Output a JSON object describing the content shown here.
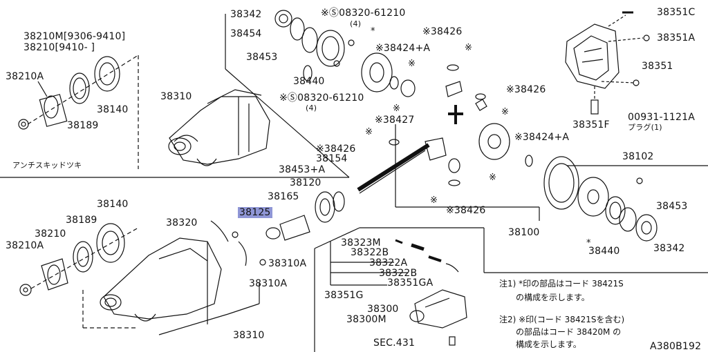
{
  "labels": {
    "p38342_top": "38342",
    "p08320_top": "※Ⓢ08320-61210",
    "p08320_top_qty": "(4)",
    "p38454": "38454",
    "p38453_top": "38453",
    "p38440_top": "38440",
    "p08320_mid": "※Ⓢ08320-61210",
    "p08320_mid_qty": "(4)",
    "p38426_a": "※38426",
    "p38424a_a": "※38424+A",
    "p38426_b": "※38426",
    "p38427": "※38427",
    "p38424a_b": "※38424+A",
    "p38426_c": "※38426",
    "p38426_d": "※38426",
    "p38453a": "38453+A",
    "p38154": "38154",
    "p38120": "38120",
    "p38165": "38165",
    "p38125": "38125",
    "p38100": "38100",
    "p38102": "38102",
    "p38453_right": "38453",
    "p38440_right": "38440",
    "p38342_right": "38342",
    "p38351c": "38351C",
    "p38351a": "38351A",
    "p38351": "38351",
    "p00931": "00931-1121A",
    "p_plug": "プラグ(1)",
    "p38351f": "38351F",
    "p38210m": "38210M[9306-9410]",
    "p38210": "38210[9410-    ]",
    "p38210a_top": "38210A",
    "p38140_top": "38140",
    "p38189_top": "38189",
    "p38310_top": "38310",
    "p_antiskid": "アンチスキッドツキ",
    "p38140_bot": "38140",
    "p38189_bot": "38189",
    "p38210_bot": "38210",
    "p38210a_bot": "38210A",
    "p38320": "38320",
    "p38310a_1": "38310A",
    "p38310a_2": "38310A",
    "p38310_bot": "38310",
    "p38323m": "38323M",
    "p38322b_1": "38322B",
    "p38322a": "38322A",
    "p38322b_2": "38322B",
    "p38351ga": "38351GA",
    "p38351g": "38351G",
    "p38300": "38300",
    "p38300m": "38300M",
    "p_sec431": "SEC.431",
    "p_code": "A380B192",
    "mark": "※",
    "star": "*"
  },
  "notes": {
    "note1_line1": "注1) *印の部品はコード 38421S",
    "note1_line2": "の構成を示します。",
    "note2_line1": "注2) ※印(コード 38421Sを含む)",
    "note2_line2": "の部品はコード 38420M の",
    "note2_line3": "構成を示します。"
  },
  "highlight": {
    "part": "38125",
    "color": "#8f96d6"
  }
}
